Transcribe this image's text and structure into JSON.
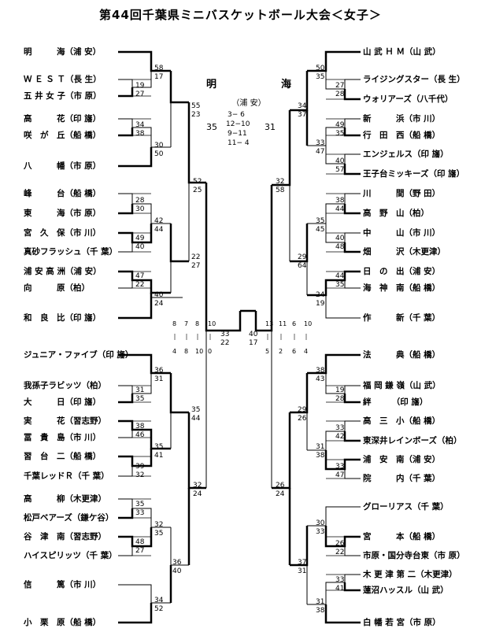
{
  "title": "第44回千葉県ミニバスケットボール大会＜女子＞",
  "champion": {
    "name": [
      "明",
      "海"
    ],
    "affiliation": "（浦 安）"
  },
  "final": {
    "left_total": "35",
    "right_total": "31",
    "periods": [
      "3− 6",
      "12−10",
      "9−11",
      "11− 4"
    ]
  },
  "tiebreak": {
    "left_top": [
      "8",
      "7",
      "8",
      "10"
    ],
    "left_bottom": [
      "4",
      "8",
      "10",
      "0"
    ],
    "right_top": [
      "13",
      "11",
      "6",
      "10"
    ],
    "right_bottom": [
      "5",
      "2",
      "6",
      "4"
    ]
  },
  "left_teams": [
    "明　　　海（浦 安）",
    "Ｗ Ｅ Ｓ Ｔ（長 生）",
    "五 井 女 子（市 原）",
    "高　　　花（印 旛）",
    "咲　が　丘（船 橋）",
    "八　　　幡（市 原）",
    "峰　　　台（船 橋）",
    "東　　　海（市 原）",
    "宮　久　保（市 川）",
    "真砂フラッシュ（千 葉）",
    "浦 安 高 洲（浦 安）",
    "向　　　原（柏）",
    "和　良　比（印 旛）",
    "ジュニア・ファイブ（印 旛）",
    "我孫子ラビッツ（柏）",
    "大　　　日（印 旛）",
    "実　　　花（習志野）",
    "冨　貴　島（市 川）",
    "習　台　二（船 橋）",
    "千葉レッドＲ（千 葉）",
    "高　　　柳（木更津）",
    "松戸ベアーズ（鎌ケ谷）",
    "谷　津　南（習志野）",
    "ハイスピリッツ（千 葉）",
    "信　　　篤（市 川）",
    "小　栗　原（船 橋）"
  ],
  "right_teams": [
    "山 武 Ｈ Ｍ（山 武）",
    "ライジングスター（長 生）",
    "ウォリアーズ（八千代）",
    "新　　　浜（市 川）",
    "行　田　西（船 橋）",
    "エンジェルス（印 旛）",
    "王子台ミッキーズ（印 旛）",
    "川　　　間（野 田）",
    "高　野　山（柏）",
    "中　　　山（市 川）",
    "畑　　　沢（木更津）",
    "日　の　出（浦 安）",
    "海　神　南（船 橋）",
    "作　　　新（千 葉）",
    "法　　　典（船 橋）",
    "福 岡 鎌 嶺（山 武）",
    "絆　　　（印 旛）",
    "高　三　小（船 橋）",
    "東深井レインボーズ（柏）",
    "浦　安　南（浦 安）",
    "院　　　内（千 葉）",
    "グローリアス（千 葉）",
    "宮　　　本（船 橋）",
    "市原・国分寺台東（市 原）",
    "木 更 津 第 二（木更津）",
    "蓮沼ハッスル（山 武）",
    "白 幡 若 宮（市 原）"
  ],
  "left_scores": [
    [
      "58",
      "17"
    ],
    [
      "19",
      "27"
    ],
    [
      "55",
      "23"
    ],
    [
      "34",
      "38"
    ],
    [
      "30",
      "50"
    ],
    [
      "52",
      "25"
    ],
    [
      "28",
      "30"
    ],
    [
      "42",
      "44"
    ],
    [
      "49",
      "40"
    ],
    [
      "22",
      "27"
    ],
    [
      "47",
      "22"
    ],
    [
      "40",
      "24"
    ],
    [
      "33",
      "22"
    ],
    [
      "36",
      "31"
    ],
    [
      "31",
      "35"
    ],
    [
      "35",
      "44"
    ],
    [
      "38",
      "46"
    ],
    [
      "35",
      "41"
    ],
    [
      "39",
      "32"
    ],
    [
      "32",
      "24"
    ],
    [
      "35",
      "33"
    ],
    [
      "32",
      "35"
    ],
    [
      "48",
      "27"
    ],
    [
      "36",
      "40"
    ],
    [
      "34",
      "52"
    ]
  ],
  "right_scores": [
    [
      "50",
      "35"
    ],
    [
      "27",
      "28"
    ],
    [
      "34",
      "37"
    ],
    [
      "49",
      "35"
    ],
    [
      "33",
      "47"
    ],
    [
      "40",
      "57"
    ],
    [
      "32",
      "58"
    ],
    [
      "38",
      "44"
    ],
    [
      "35",
      "45"
    ],
    [
      "40",
      "48"
    ],
    [
      "29",
      "64"
    ],
    [
      "44",
      "35"
    ],
    [
      "24",
      "19"
    ],
    [
      "40",
      "17"
    ],
    [
      "38",
      "43"
    ],
    [
      "19",
      "28"
    ],
    [
      "29",
      "26"
    ],
    [
      "33",
      "42"
    ],
    [
      "31",
      "38"
    ],
    [
      "33",
      "47"
    ],
    [
      "26",
      "24"
    ],
    [
      "30",
      "33"
    ],
    [
      "26",
      "22"
    ],
    [
      "37",
      "31"
    ],
    [
      "33",
      "41"
    ],
    [
      "31",
      "38"
    ]
  ]
}
